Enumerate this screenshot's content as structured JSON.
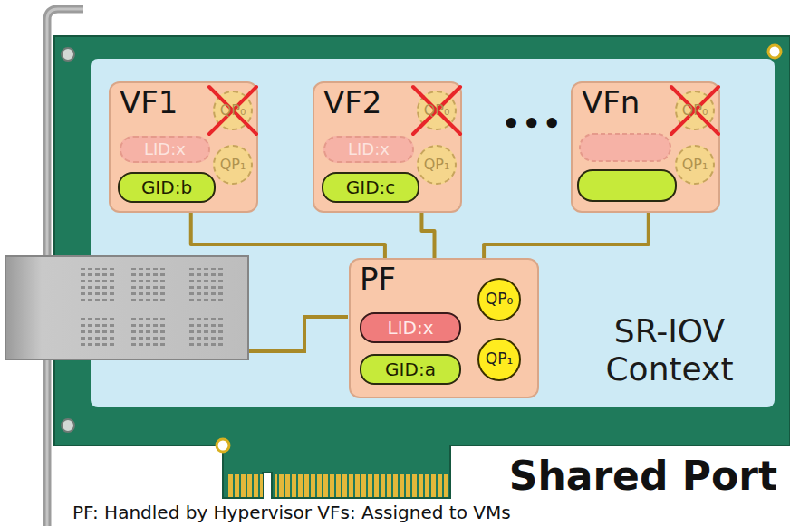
{
  "diagram": {
    "title": "Shared Port",
    "caption": "PF: Handled by Hypervisor VFs: Assigned to VMs",
    "nodes": [
      {
        "text": [
          "SR-IOV Context"
        ]
      },
      {
        "text": [
          "VF1"
        ],
        "in": 0
      },
      {
        "text": [
          "LID:x"
        ],
        "in": 1
      },
      {
        "text": [
          "GID:b"
        ],
        "in": 1
      },
      {
        "text": [
          "QP₀"
        ],
        "in": 1
      },
      {
        "text": [
          "QP₁"
        ],
        "in": 1
      },
      {
        "text": [
          "VF2"
        ],
        "in": 0
      },
      {
        "text": [
          "LID:x"
        ],
        "in": 6
      },
      {
        "text": [
          "GID:c"
        ],
        "in": 6
      },
      {
        "text": [
          "QP₀"
        ],
        "in": 6
      },
      {
        "text": [
          "QP₁"
        ],
        "in": 6
      },
      {
        "text": [
          "VFn"
        ],
        "in": 0
      },
      {
        "text": [
          "QP₀"
        ],
        "in": 11
      },
      {
        "text": [
          "QP₁"
        ],
        "in": 11
      },
      {
        "text": [
          "PF"
        ],
        "in": 0
      },
      {
        "text": [
          "LID:x"
        ],
        "in": 14
      },
      {
        "text": [
          "GID:a"
        ],
        "in": 14
      },
      {
        "text": [
          "QP₀"
        ],
        "in": 14
      },
      {
        "text": [
          "QP₁"
        ],
        "in": 14
      }
    ],
    "edges": [
      {
        "from": 1,
        "to": 14,
        "arrow": "none"
      },
      {
        "from": 6,
        "to": 14,
        "arrow": "none"
      },
      {
        "from": 11,
        "to": 14,
        "arrow": "none"
      }
    ],
    "labels": [
      "•••"
    ]
  }
}
